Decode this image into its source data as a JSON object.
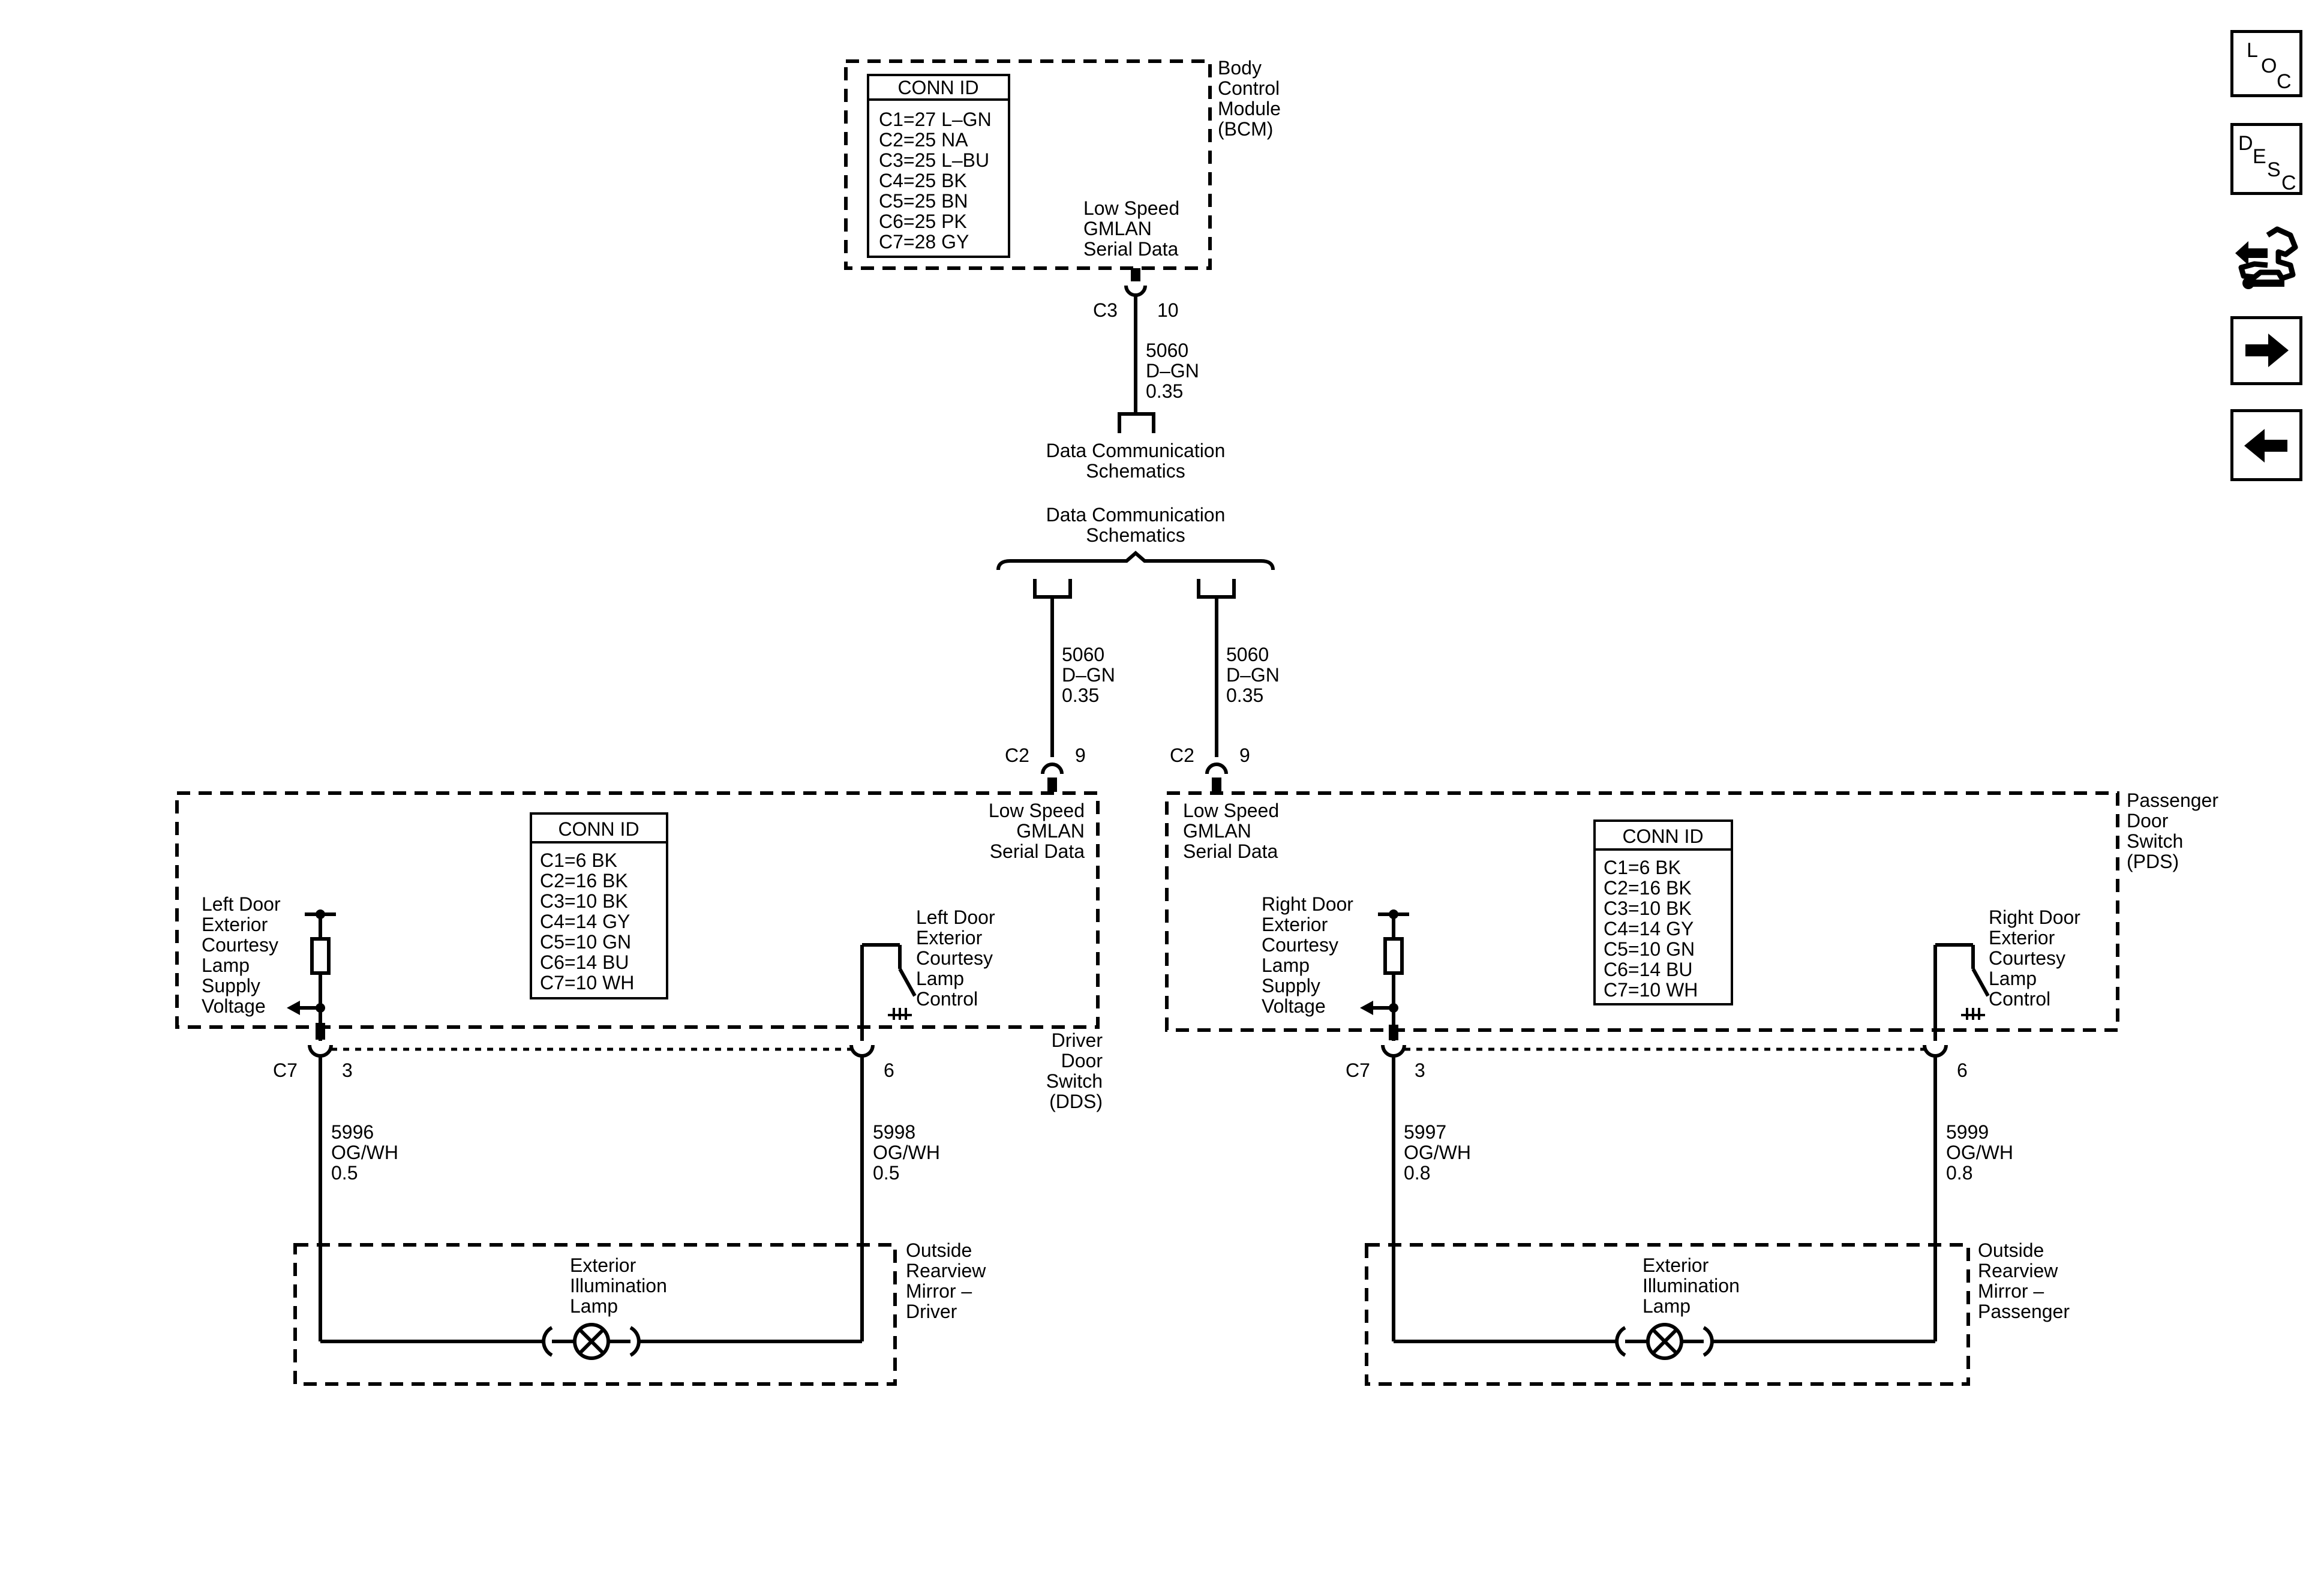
{
  "bcm": {
    "name": [
      "Body",
      "Control",
      "Module",
      "(BCM)"
    ],
    "conn_id_title": "CONN ID",
    "conn_id": [
      "C1=27 L–GN",
      "C2=25 NA",
      "C3=25 L–BU",
      "C4=25 BK",
      "C5=25 BN",
      "C6=25 PK",
      "C7=28 GY"
    ],
    "pin_label": [
      "Low Speed",
      "GMLAN",
      "Serial Data"
    ],
    "connector": "C3",
    "pin": "10"
  },
  "bcm_wire": {
    "circuit": "5060",
    "color": "D–GN",
    "size": "0.35"
  },
  "link_top": [
    "Data Communication",
    "Schematics"
  ],
  "link_bottom": [
    "Data Communication",
    "Schematics"
  ],
  "dds_wire": {
    "circuit": "5060",
    "color": "D–GN",
    "size": "0.35"
  },
  "pds_wire": {
    "circuit": "5060",
    "color": "D–GN",
    "size": "0.35"
  },
  "dds": {
    "name": [
      "Driver",
      "Door",
      "Switch",
      "(DDS)"
    ],
    "conn_id_title": "CONN ID",
    "conn_id": [
      "C1=6 BK",
      "C2=16 BK",
      "C3=10 BK",
      "C4=14 GY",
      "C5=10 GN",
      "C6=14 BU",
      "C7=10 WH"
    ],
    "data_connector": "C2",
    "data_pin": "9",
    "data_label": [
      "Low Speed",
      "GMLAN",
      "Serial Data"
    ],
    "supply_label": [
      "Left Door",
      "Exterior",
      "Courtesy",
      "Lamp",
      "Supply",
      "Voltage"
    ],
    "control_label": [
      "Left Door",
      "Exterior",
      "Courtesy",
      "Lamp",
      "Control"
    ],
    "out_connector": "C7",
    "pin_a": "3",
    "pin_b": "6"
  },
  "pds": {
    "name": [
      "Passenger",
      "Door",
      "Switch",
      "(PDS)"
    ],
    "conn_id_title": "CONN ID",
    "conn_id": [
      "C1=6 BK",
      "C2=16 BK",
      "C3=10 BK",
      "C4=14 GY",
      "C5=10 GN",
      "C6=14 BU",
      "C7=10 WH"
    ],
    "data_connector": "C2",
    "data_pin": "9",
    "data_label": [
      "Low Speed",
      "GMLAN",
      "Serial Data"
    ],
    "supply_label": [
      "Right Door",
      "Exterior",
      "Courtesy",
      "Lamp",
      "Supply",
      "Voltage"
    ],
    "control_label": [
      "Right Door",
      "Exterior",
      "Courtesy",
      "Lamp",
      "Control"
    ],
    "out_connector": "C7",
    "pin_a": "3",
    "pin_b": "6"
  },
  "wire_l1": {
    "circuit": "5996",
    "color": "OG/WH",
    "size": "0.5"
  },
  "wire_l2": {
    "circuit": "5998",
    "color": "OG/WH",
    "size": "0.5"
  },
  "wire_r1": {
    "circuit": "5997",
    "color": "OG/WH",
    "size": "0.8"
  },
  "wire_r2": {
    "circuit": "5999",
    "color": "OG/WH",
    "size": "0.8"
  },
  "mirror_driver": {
    "name": [
      "Outside",
      "Rearview",
      "Mirror –",
      "Driver"
    ],
    "lamp_label": [
      "Exterior",
      "Illumination",
      "Lamp"
    ]
  },
  "mirror_passenger": {
    "name": [
      "Outside",
      "Rearview",
      "Mirror –",
      "Passenger"
    ],
    "lamp_label": [
      "Exterior",
      "Illumination",
      "Lamp"
    ]
  },
  "nav": {
    "loc": [
      "L",
      "O",
      "C"
    ],
    "desc": [
      "D",
      "E",
      "S",
      "C"
    ],
    "icons": [
      "loc-icon",
      "desc-icon",
      "connector-tool-icon",
      "next-arrow-icon",
      "back-arrow-icon"
    ]
  }
}
